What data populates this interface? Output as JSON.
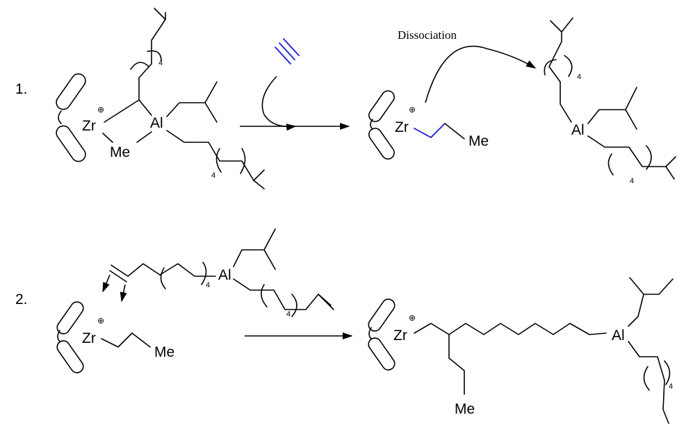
{
  "steps": {
    "step1": "1.",
    "step2": "2."
  },
  "atoms": {
    "zr": "Zr",
    "al": "Al",
    "me": "Me",
    "plus": "⊕",
    "repeat_n": "4"
  },
  "annotations": {
    "dissociation": "Dissociation"
  },
  "colors": {
    "bond": "#000000",
    "highlight": "#1a1ad6"
  }
}
